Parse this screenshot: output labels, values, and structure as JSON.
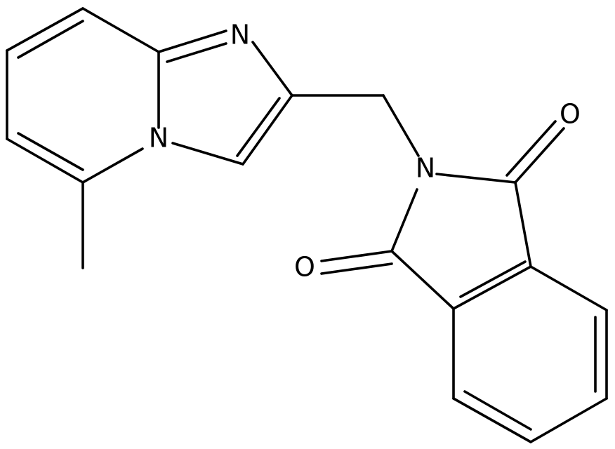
{
  "atom_labels": {
    "n_imine": "N",
    "n_bridge": "N",
    "n_imide": "N",
    "o_top": "O",
    "o_left": "O"
  }
}
